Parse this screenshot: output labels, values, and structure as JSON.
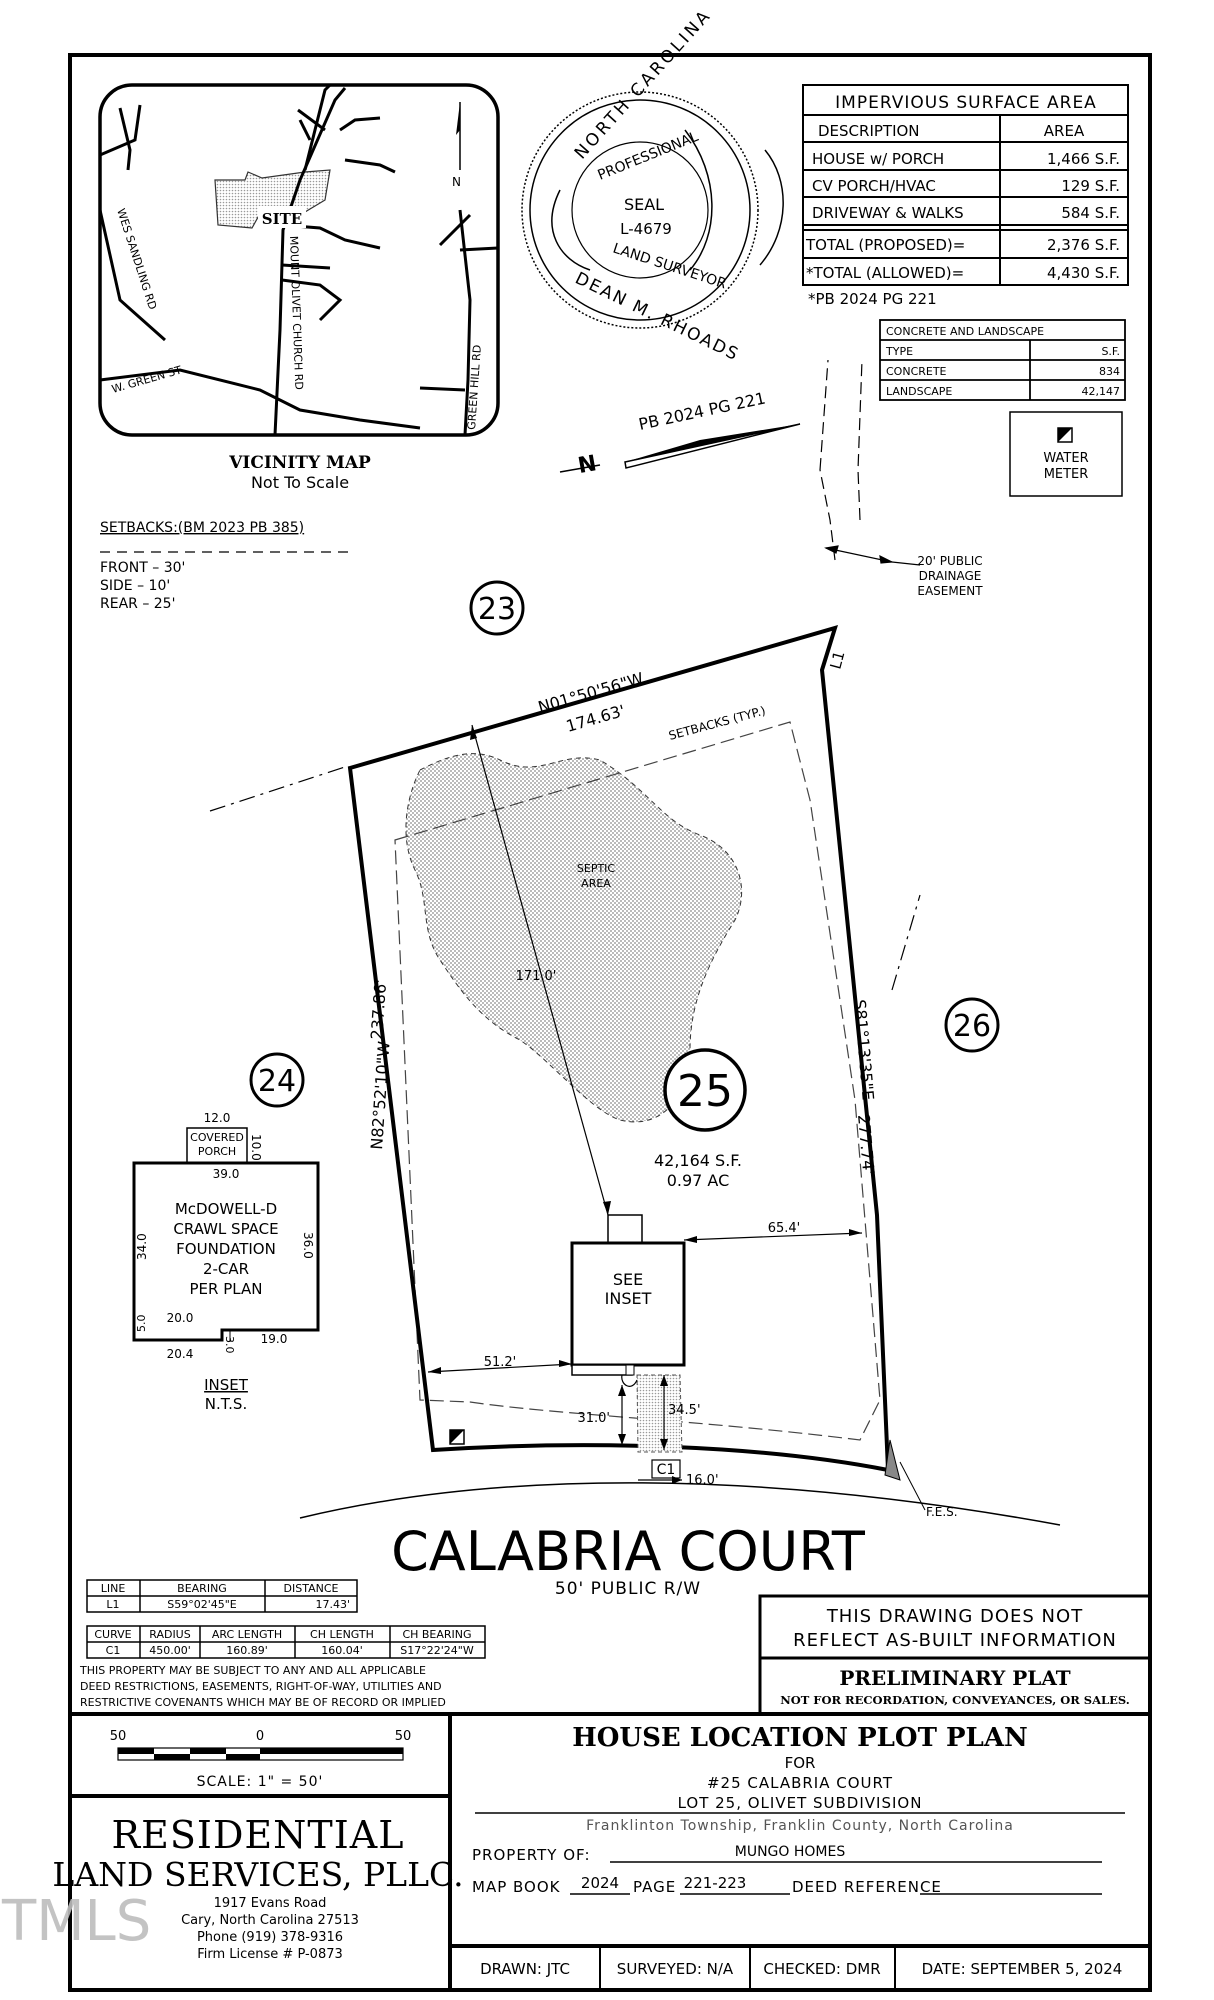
{
  "impervious": {
    "title": "IMPERVIOUS SURFACE AREA",
    "col_desc": "DESCRIPTION",
    "col_area": "AREA",
    "rows": [
      {
        "desc": "HOUSE w/ PORCH",
        "area": "1,466 S.F."
      },
      {
        "desc": "CV PORCH/HVAC",
        "area": "129 S.F."
      },
      {
        "desc": "DRIVEWAY & WALKS",
        "area": "584 S.F."
      },
      {
        "desc": "TOTAL (PROPOSED)=",
        "area": "2,376 S.F."
      },
      {
        "desc": "*TOTAL (ALLOWED)=",
        "area": "4,430 S.F."
      }
    ],
    "note": "*PB 2024 PG 221"
  },
  "concrete_table": {
    "title": "CONCRETE AND LANDSCAPE",
    "col_type": "TYPE",
    "col_sf": "S.F.",
    "rows": [
      {
        "type": "CONCRETE",
        "sf": "834"
      },
      {
        "type": "LANDSCAPE",
        "sf": "42,147"
      }
    ]
  },
  "water_meter": {
    "line1": "WATER",
    "line2": "METER"
  },
  "seal": {
    "state": "NORTH CAROLINA",
    "professional": "PROFESSIONAL",
    "seal": "SEAL",
    "number": "L-4679",
    "role": "LAND SURVEYOR",
    "name": "DEAN M. RHOADS"
  },
  "vicinity": {
    "title": "VICINITY MAP",
    "subtitle": "Not To Scale",
    "site": "SITE",
    "roads": [
      "WES SANDLING RD",
      "W. GREEN ST",
      "MOUNT OLIVET CHURCH RD",
      "GREEN HILL RD"
    ]
  },
  "setbacks": {
    "title": "SETBACKS:(BM 2023 PB 385)",
    "front": "FRONT – 30'",
    "side": "SIDE – 10'",
    "rear": "REAR – 25'"
  },
  "plat": {
    "north_ref": "PB 2024 PG 221",
    "drainage_1": "20' PUBLIC",
    "drainage_2": "DRAINAGE",
    "drainage_3": "EASEMENT",
    "top_bearing": "N01°50'56\"W",
    "top_distance": "174.63'",
    "setbacks_typ": "SETBACKS (TYP.)",
    "septic_1": "SEPTIC",
    "septic_2": "AREA",
    "dim_171": "171.0'",
    "left_bearing": "N82°52'10\"W",
    "left_distance": "237.86'",
    "right_bearing": "S81°13'35\"E",
    "right_distance": "277.74'",
    "l1": "L1",
    "c1": "C1",
    "lot_23": "23",
    "lot_24": "24",
    "lot_25": "25",
    "lot_26": "26",
    "lot_sf": "42,164 S.F.",
    "lot_ac": "0.97 AC",
    "see_inset_1": "SEE",
    "see_inset_2": "INSET",
    "dim_65": "65.4'",
    "dim_51": "51.2'",
    "dim_31": "31.0'",
    "dim_34": "34.5'",
    "dim_16": "16.0'",
    "fes": "F.E.S.",
    "street": "CALABRIA COURT",
    "row": "50' PUBLIC R/W"
  },
  "inset": {
    "porch_1": "COVERED",
    "porch_2": "PORCH",
    "dim_12": "12.0",
    "dim_10": "10.0",
    "dim_39": "39.0",
    "dim_34": "34.0",
    "dim_36": "36.0",
    "dim_20": "20.0",
    "dim_19": "19.0",
    "dim_5": "5.0",
    "dim_204": "20.4",
    "dim_3": "3.0",
    "line1": "McDOWELL-D",
    "line2": "CRAWL SPACE",
    "line3": "FOUNDATION",
    "line4": "2-CAR",
    "line5": "PER PLAN",
    "label": "INSET",
    "nts": "N.T.S."
  },
  "line_table": {
    "headers": [
      "LINE",
      "BEARING",
      "DISTANCE"
    ],
    "row": [
      "L1",
      "S59°02'45\"E",
      "17.43'"
    ]
  },
  "curve_table": {
    "headers": [
      "CURVE",
      "RADIUS",
      "ARC LENGTH",
      "CH LENGTH",
      "CH BEARING"
    ],
    "row": [
      "C1",
      "450.00'",
      "160.89'",
      "160.04'",
      "S17°22'24\"W"
    ]
  },
  "disclaimer": {
    "l1": "THIS PROPERTY MAY BE SUBJECT TO ANY AND ALL APPLICABLE",
    "l2": "DEED RESTRICTIONS, EASEMENTS, RIGHT-OF-WAY, UTILITIES AND",
    "l3": "RESTRICTIVE COVENANTS WHICH MAY BE OF RECORD OR IMPLIED"
  },
  "asbuilt": {
    "l1": "THIS DRAWING DOES NOT",
    "l2": "REFLECT AS-BUILT INFORMATION"
  },
  "preliminary": {
    "l1": "PRELIMINARY PLAT",
    "l2": "NOT FOR RECORDATION, CONVEYANCES, OR SALES."
  },
  "scale": {
    "left": "50",
    "mid": "0",
    "right": "50",
    "label": "SCALE: 1\" = 50'"
  },
  "company": {
    "name1": "RESIDENTIAL",
    "name2": "LAND SERVICES, PLLC.",
    "addr1": "1917 Evans Road",
    "addr2": "Cary, North Carolina 27513",
    "phone": "Phone (919) 378-9316",
    "license": "Firm License # P-0873"
  },
  "title_block": {
    "title": "HOUSE LOCATION PLOT PLAN",
    "for": "FOR",
    "address": "#25 CALABRIA COURT",
    "lot": "LOT 25, OLIVET SUBDIVISION",
    "township": "Franklinton Township, Franklin County, North Carolina",
    "property_of_label": "PROPERTY OF:",
    "property_of": "MUNGO HOMES",
    "map_book_label": "MAP BOOK",
    "map_book": "2024",
    "page_label": "PAGE",
    "page": "221-223",
    "deed_ref": "DEED REFERENCE"
  },
  "footer": {
    "drawn": "DRAWN: JTC",
    "surveyed": "SURVEYED: N/A",
    "checked": "CHECKED: DMR",
    "date": "DATE: SEPTEMBER 5, 2024"
  },
  "watermark": "TMLS"
}
